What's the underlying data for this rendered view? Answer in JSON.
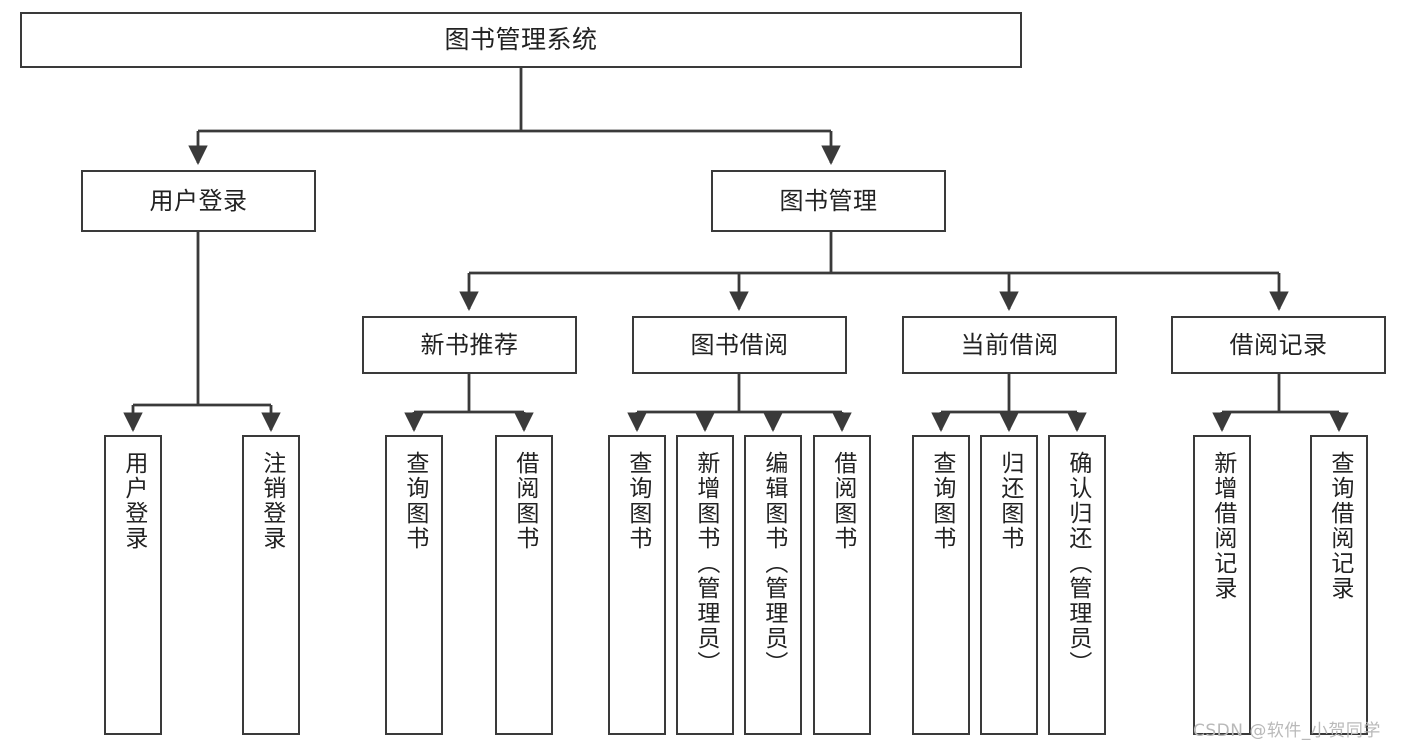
{
  "diagram": {
    "type": "tree",
    "title": "图书管理系统",
    "root": {
      "label": "图书管理系统"
    },
    "level2": [
      {
        "label": "用户登录"
      },
      {
        "label": "图书管理"
      }
    ],
    "level3": [
      {
        "label": "新书推荐"
      },
      {
        "label": "图书借阅"
      },
      {
        "label": "当前借阅"
      },
      {
        "label": "借阅记录"
      }
    ],
    "leaves": {
      "user_login": [
        {
          "label": "用户登录"
        },
        {
          "label": "注销登录"
        }
      ],
      "new_book": [
        {
          "label": "查询图书"
        },
        {
          "label": "借阅图书"
        }
      ],
      "book_borrow": [
        {
          "label": "查询图书"
        },
        {
          "label": "新增图书（管理员）"
        },
        {
          "label": "编辑图书（管理员）"
        },
        {
          "label": "借阅图书"
        }
      ],
      "current_borrow": [
        {
          "label": "查询图书"
        },
        {
          "label": "归还图书"
        },
        {
          "label": "确认归还（管理员）"
        }
      ],
      "borrow_record": [
        {
          "label": "新增借阅记录"
        },
        {
          "label": "查询借阅记录"
        }
      ]
    },
    "colors": {
      "stroke": "#3a3a3a",
      "fill": "#ffffff",
      "text": "#222222",
      "watermark": "#b9b9b9"
    }
  },
  "watermark": {
    "text": "CSDN @软件_小贺同学"
  }
}
